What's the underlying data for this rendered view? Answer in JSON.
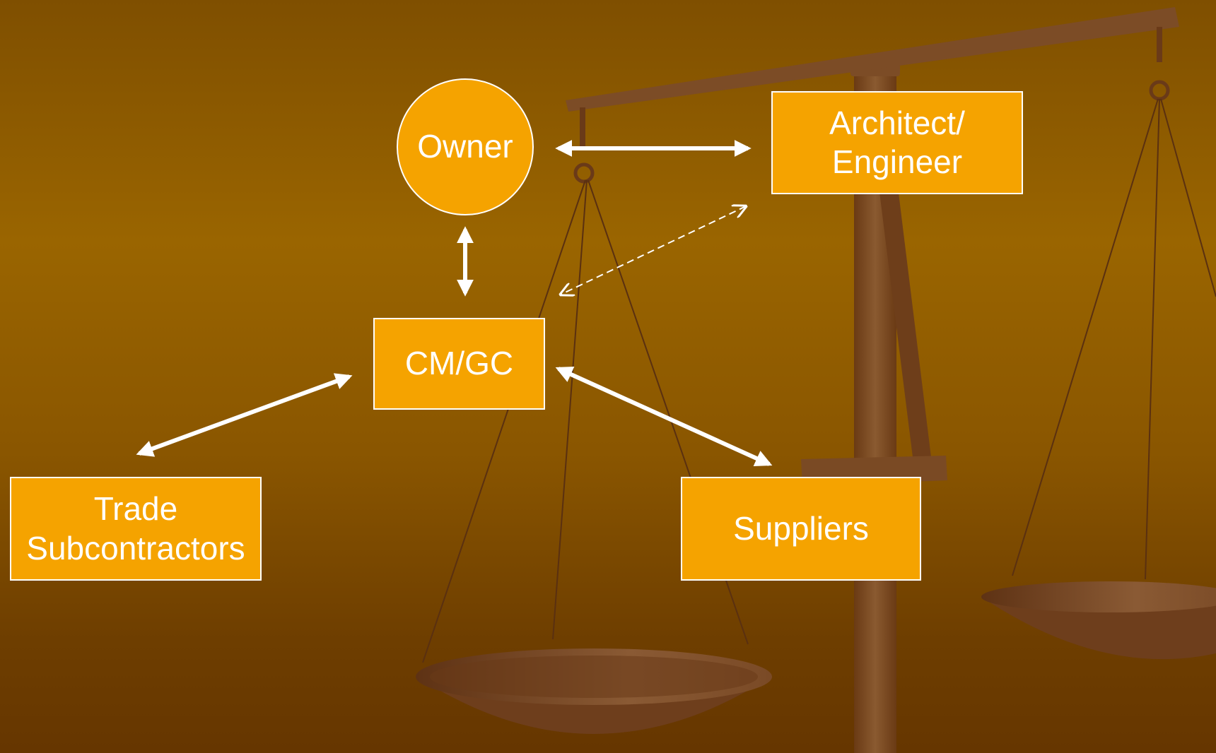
{
  "nodes": {
    "owner": "Owner",
    "architect": "Architect/\nEngineer",
    "cm_gc": "CM/GC",
    "trade_subcontractors": "Trade\nSubcontractors",
    "suppliers": "Suppliers"
  },
  "relationships": [
    {
      "from": "Owner",
      "to": "Architect/Engineer",
      "style": "solid"
    },
    {
      "from": "Owner",
      "to": "CM/GC",
      "style": "solid"
    },
    {
      "from": "Architect/Engineer",
      "to": "CM/GC",
      "style": "dashed"
    },
    {
      "from": "CM/GC",
      "to": "Trade Subcontractors",
      "style": "solid"
    },
    {
      "from": "CM/GC",
      "to": "Suppliers",
      "style": "solid"
    }
  ],
  "background_image": "scales-of-justice",
  "colors": {
    "node_fill": "#f5a300",
    "node_border": "#ffffff",
    "text": "#ffffff",
    "arrow": "#ffffff",
    "background_top": "#7f4f00",
    "background_bottom": "#663600",
    "scale_wood": "#7a4a22"
  }
}
